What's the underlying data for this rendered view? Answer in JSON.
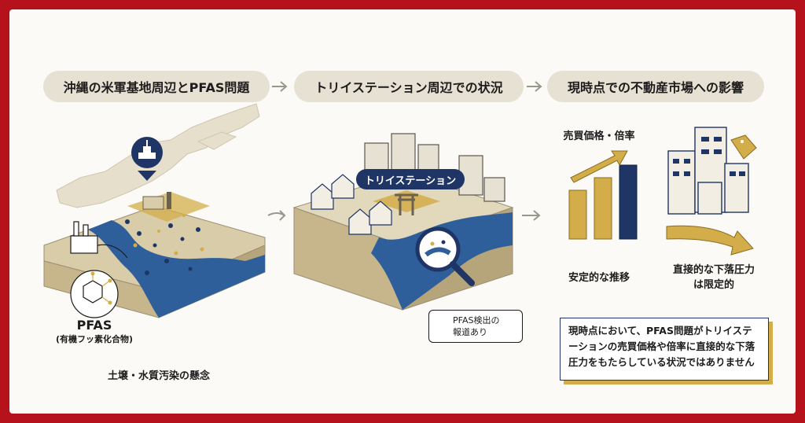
{
  "header_steps": [
    {
      "label": "沖縄の米軍基地周辺とPFAS問題"
    },
    {
      "label": "トリイステーション周辺での状況"
    },
    {
      "label": "現時点での不動産市場への影響"
    }
  ],
  "section1": {
    "pfas_title": "PFAS",
    "pfas_subtitle": "(有機フッ素化合物)",
    "caption": "土壌・水質汚染の懸念"
  },
  "section2": {
    "badge": "トリイステーション",
    "report_line1": "PFAS検出の",
    "report_line2": "報道あり"
  },
  "section3": {
    "chart_title": "売買価格・倍率",
    "chart_caption": "安定的な推移",
    "pressure_line1": "直接的な下落圧力",
    "pressure_line2": "は限定的",
    "note": "現時点において、PFAS問題がトリイステーションの売買価格や倍率に直接的な下落圧力をもたらしている状況ではありません"
  },
  "colors": {
    "frame": "#b5121b",
    "navy": "#1f3566",
    "gold": "#d3ad4a",
    "beige": "#e6e1d3",
    "water": "#2f5f9a"
  },
  "icons": [
    "factory-icon",
    "molecule-icon",
    "ship-icon",
    "torii-icon",
    "magnifier-icon",
    "flask-icon",
    "price-tag-icon",
    "trend-arrow-icon"
  ]
}
